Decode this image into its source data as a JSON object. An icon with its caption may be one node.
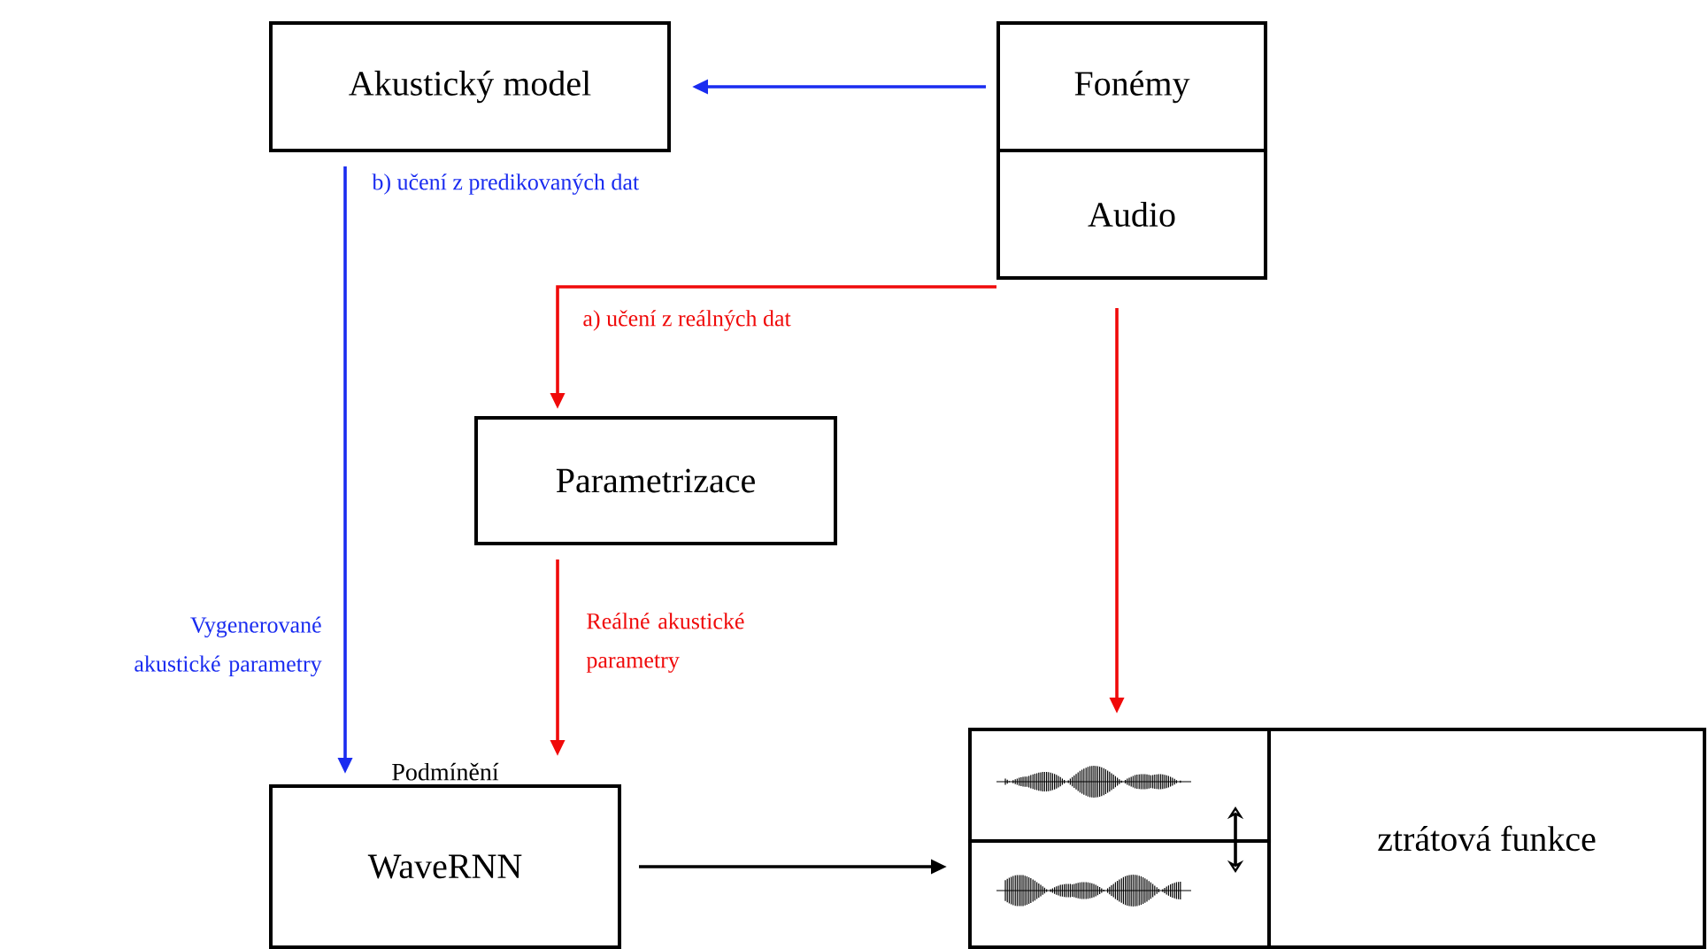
{
  "diagram": {
    "nodes": [
      {
        "text": [
          "Akustický model"
        ]
      },
      {
        "text": [
          "Fonémy"
        ]
      },
      {
        "text": [
          "Audio"
        ]
      },
      {
        "text": [
          "Parametrizace"
        ]
      },
      {
        "text": [
          "WaveRNN"
        ],
        "beside": [
          "Podmínění"
        ]
      },
      {
        "text": [
          "ztrátová funkce"
        ]
      },
      {
        "text": [],
        "shape": "picture"
      },
      {
        "text": [],
        "shape": "picture"
      }
    ],
    "edges": [
      {
        "from": 1,
        "to": 0,
        "arrow": "to",
        "color": "#1a2cf0"
      },
      {
        "from": 0,
        "to": 4,
        "arrow": "to",
        "color": "#1a2cf0",
        "label": "b) učení z predikovaných dat"
      },
      {
        "from": 2,
        "to": 3,
        "arrow": "to",
        "color": "#f00a0a",
        "label": "a) učení z reálných dat"
      },
      {
        "from": 3,
        "to": 4,
        "arrow": "to",
        "color": "#f00a0a",
        "label": "Reálné akustické parametry"
      },
      {
        "from": 2,
        "to": 6,
        "arrow": "to",
        "color": "#f00a0a"
      },
      {
        "from": 4,
        "to": 7,
        "arrow": "to",
        "color": "#000000"
      },
      {
        "from": 6,
        "to": 7,
        "arrow": "both",
        "color": "#000000"
      }
    ],
    "labels": [
      "Vygenerované akustické parametry"
    ]
  }
}
